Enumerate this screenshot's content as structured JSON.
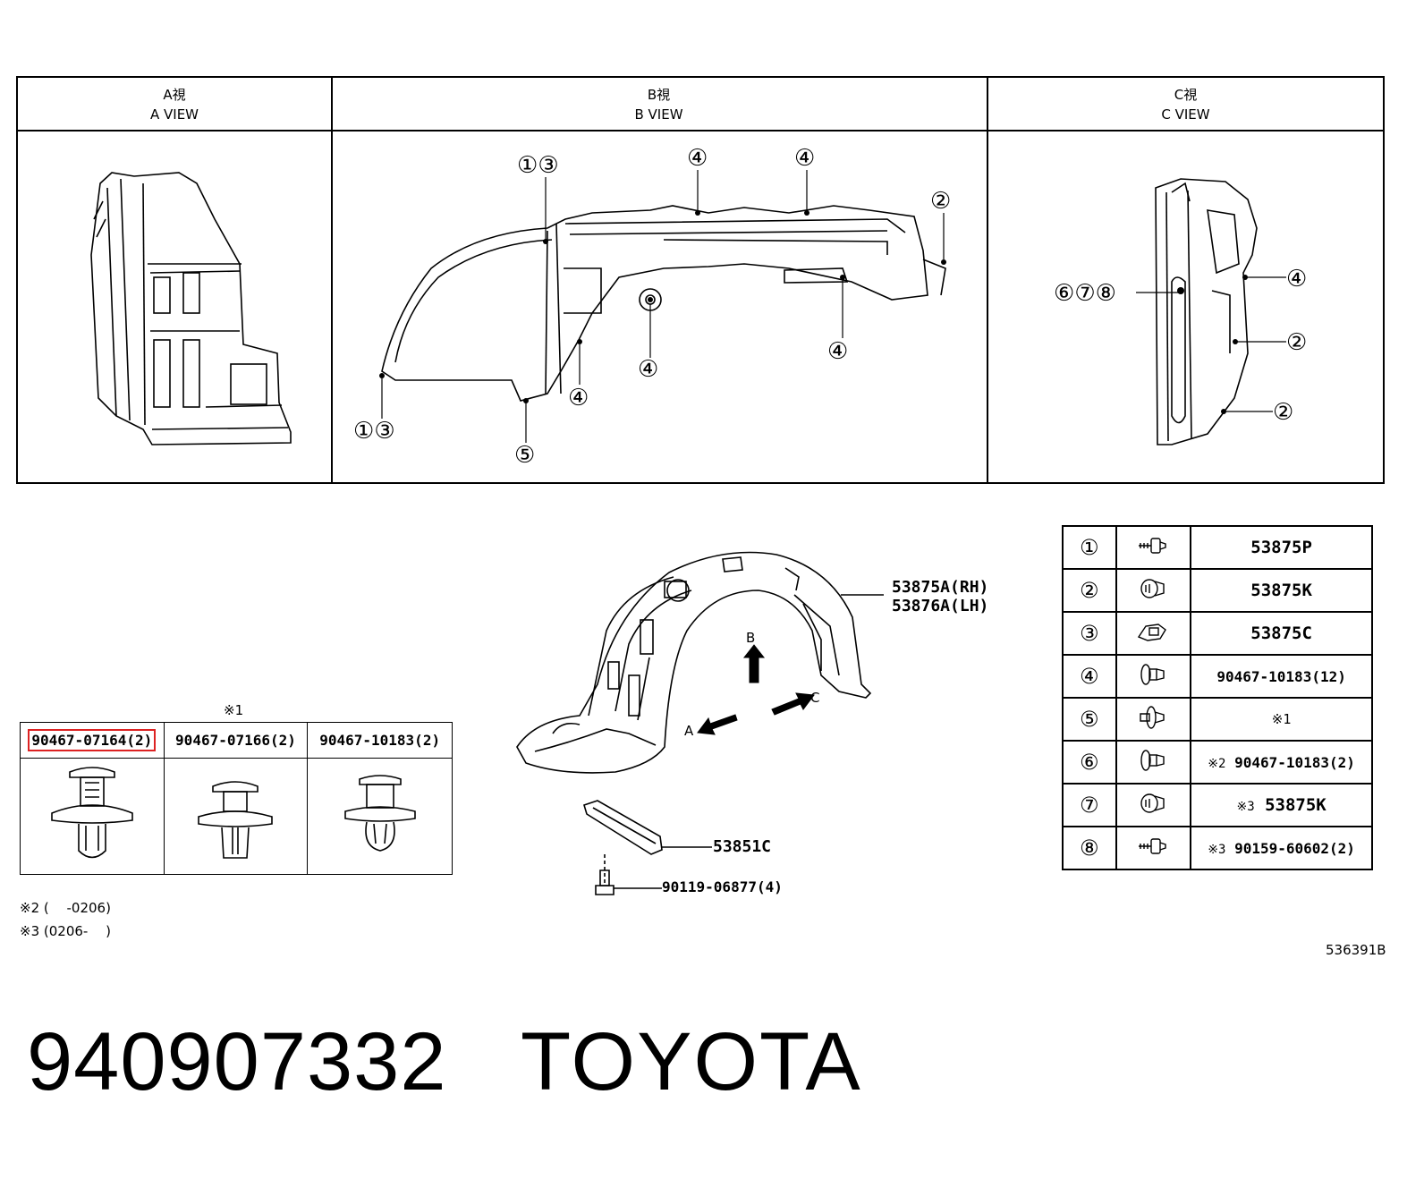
{
  "views": {
    "a": {
      "jp": "A視",
      "en": "A VIEW"
    },
    "b": {
      "jp": "B視",
      "en": "B VIEW"
    },
    "c": {
      "jp": "C視",
      "en": "C VIEW"
    }
  },
  "b_view_markers": {
    "m13_top": [
      "①",
      "③"
    ],
    "m13_bottom": [
      "①",
      "③"
    ],
    "m4_top_left": "④",
    "m4_top_right": "④",
    "m2": "②",
    "m4_center": "④",
    "m4_right": "④",
    "m4_low": "④",
    "m5": "⑤"
  },
  "c_view_markers": {
    "m678": [
      "⑥",
      "⑦",
      "⑧"
    ],
    "m4": "④",
    "m2a": "②",
    "m2b": "②"
  },
  "main_labels": {
    "rh": "53875A(RH)",
    "lh": "53876A(LH)",
    "bracket": "53851C",
    "bolt": "90119-06877(4)",
    "arrow_a": "A",
    "arrow_b": "B",
    "arrow_c": "C"
  },
  "parts_table": [
    {
      "num": "①",
      "part": "53875P"
    },
    {
      "num": "②",
      "part": "53875K"
    },
    {
      "num": "③",
      "part": "53875C"
    },
    {
      "num": "④",
      "part": "90467-10183(12)"
    },
    {
      "num": "⑤",
      "part": "※1"
    },
    {
      "num": "⑥",
      "note": "※2",
      "part": "90467-10183(2)"
    },
    {
      "num": "⑦",
      "note": "※3",
      "part": "53875K"
    },
    {
      "num": "⑧",
      "note": "※3",
      "part": "90159-60602(2)"
    }
  ],
  "clip_table": {
    "header_note": "※1",
    "columns": [
      "90467-07164(2)",
      "90467-07166(2)",
      "90467-10183(2)"
    ]
  },
  "notes": [
    "※2 (　 -0206)",
    "※3 (0206-　 )"
  ],
  "diagram_code": "536391B",
  "footer": {
    "number": "940907332",
    "brand": "TOYOTA"
  }
}
